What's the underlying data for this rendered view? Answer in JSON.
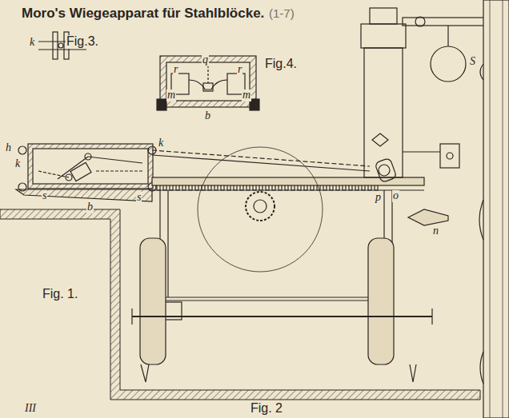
{
  "diagram": {
    "title": "Moro's Wiegeapparat für Stahlblöcke.",
    "labels": [
      "(1-7)",
      "Fig.3.",
      "k",
      "Fig.4.",
      "r",
      "q",
      "r",
      "m",
      "m",
      "b",
      "S",
      "h",
      "k",
      "s",
      "s",
      "b",
      "k",
      "o",
      "p",
      "n",
      "Fig. 1.",
      "III",
      "Fig. 2"
    ]
  }
}
